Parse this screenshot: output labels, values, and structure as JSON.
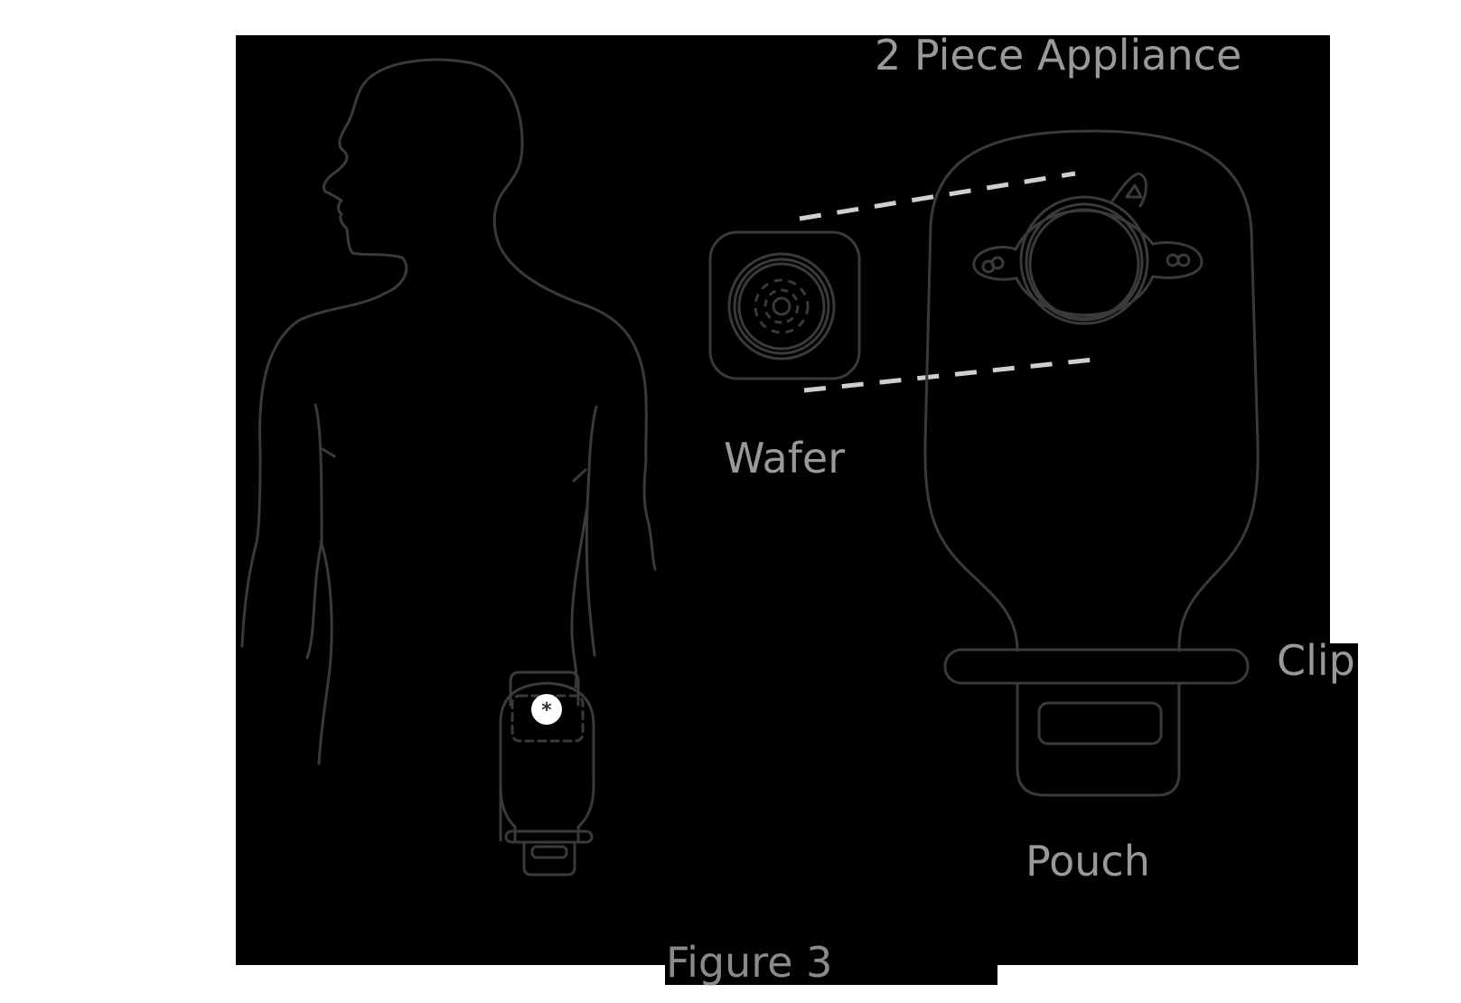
{
  "figure": {
    "title": "2 Piece Appliance",
    "caption": "Figure 3",
    "labels": {
      "wafer": "Wafer",
      "pouch": "Pouch",
      "clip": "Clip"
    }
  },
  "colors": {
    "background": "#000000",
    "page": "#ffffff",
    "text": "#999999",
    "outline": "#3a3a3a",
    "dash": "#cfcfcf",
    "stoma": "#ffffff"
  },
  "icons": {
    "body": "human-silhouette-icon",
    "wafer": "wafer-flange-icon",
    "pouch": "drainable-pouch-icon",
    "stoma": "stoma-icon"
  }
}
